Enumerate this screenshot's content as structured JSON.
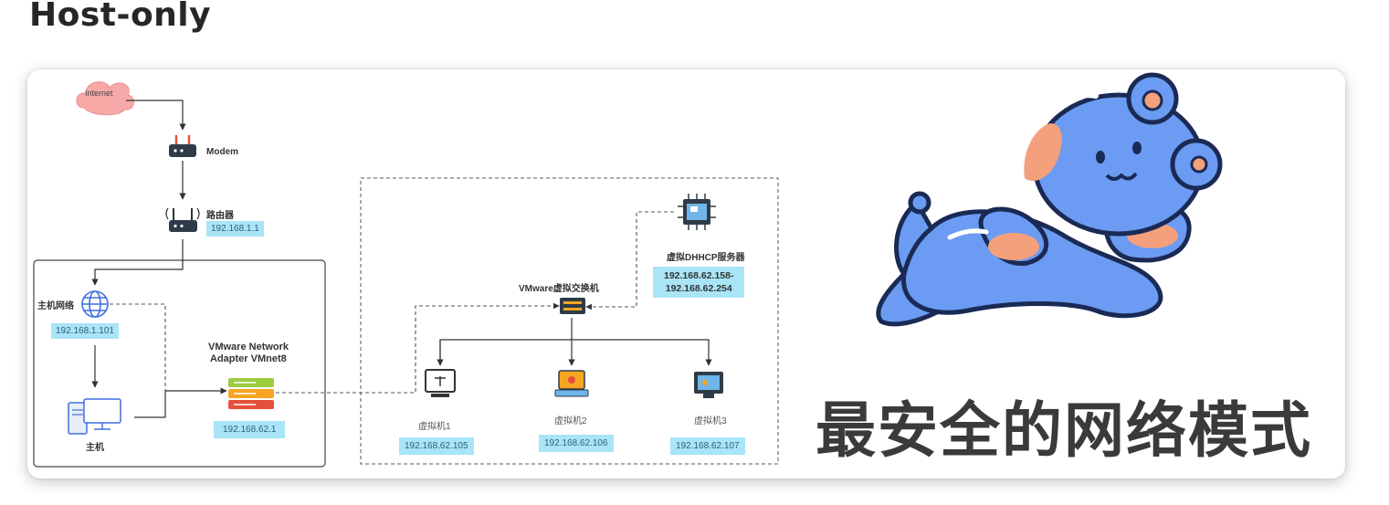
{
  "title": "Host-only",
  "diagram": {
    "internet": "Internet",
    "modem": "Modem",
    "router": {
      "label": "路由器",
      "ip": "192.168.1.1"
    },
    "host_nic": {
      "label": "主机网络",
      "ip": "192.168.1.101"
    },
    "host": {
      "label": "主机"
    },
    "adapter": {
      "line1": "VMware Network",
      "line2": "Adapter VMnet8",
      "ip": "192.168.62.1"
    },
    "vswitch": {
      "label": "VMware虚拟交换机"
    },
    "dhcp": {
      "label": "虚拟DHHCP服务器",
      "range_start": "192.168.62.158-",
      "range_end": "192.168.62.254"
    },
    "vms": [
      {
        "label": "虚拟机1",
        "ip": "192.168.62.105"
      },
      {
        "label": "虚拟机2",
        "ip": "192.168.62.106"
      },
      {
        "label": "虚拟机3",
        "ip": "192.168.62.107"
      }
    ]
  },
  "slogan": "最安全的网络模式",
  "colors": {
    "ip_bg": "#a9e4f7",
    "mascot": "#6b9bf2",
    "mascot_cheek": "#f4a07c"
  }
}
